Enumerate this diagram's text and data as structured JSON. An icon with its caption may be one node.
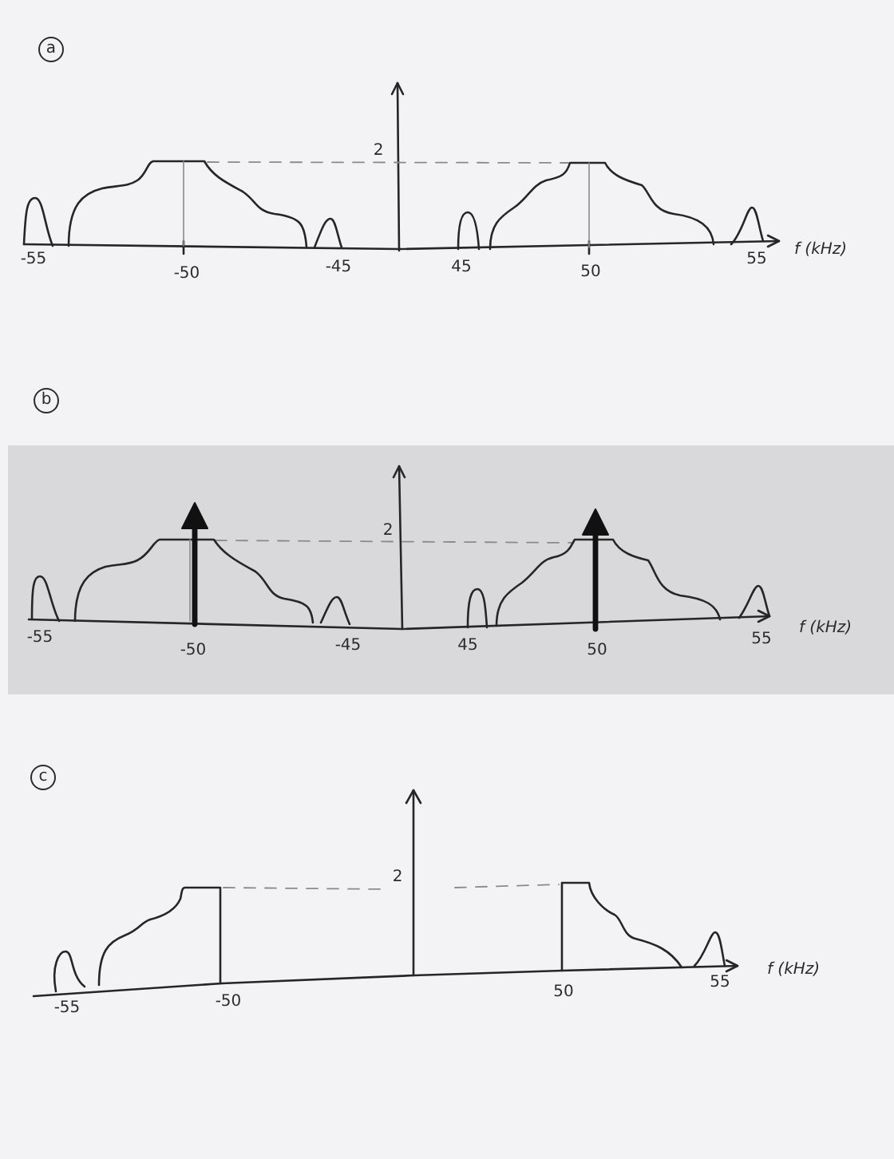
{
  "diagram": {
    "labels": [
      "a",
      "2",
      "-55",
      "-50",
      "-45",
      "45",
      "50",
      "55",
      "f (kHz)",
      "b",
      "2",
      "-55",
      "-50",
      "-45",
      "45",
      "50",
      "55",
      "f (kHz)",
      "c",
      "2",
      "-55",
      "-50",
      "50",
      "55",
      "f (kHz)"
    ]
  }
}
